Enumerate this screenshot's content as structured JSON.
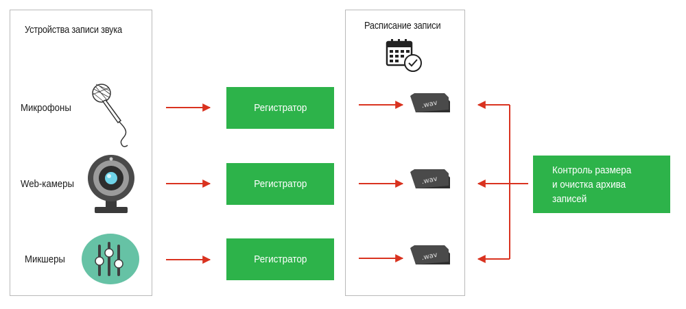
{
  "devices_panel": {
    "title": "Устройства записи звука",
    "items": [
      {
        "label": "Микрофоны",
        "icon": "microphone-icon"
      },
      {
        "label": "Web-камеры",
        "icon": "webcam-icon"
      },
      {
        "label": "Микшеры",
        "icon": "mixer-icon"
      }
    ]
  },
  "recorders": [
    {
      "label": "Регистратор"
    },
    {
      "label": "Регистратор"
    },
    {
      "label": "Регистратор"
    }
  ],
  "schedule_panel": {
    "title": "Расписание записи",
    "icon": "calendar-clock-icon",
    "files": [
      {
        "label": ".wav"
      },
      {
        "label": ".wav"
      },
      {
        "label": ".wav"
      }
    ]
  },
  "control": {
    "line1": "Контроль размера",
    "line2": "и очистка архива записей"
  },
  "colors": {
    "accent_green": "#2db34a",
    "arrow_red": "#d9321f",
    "panel_border": "#b9b9b9",
    "icon_teal": "#66c2a5"
  }
}
